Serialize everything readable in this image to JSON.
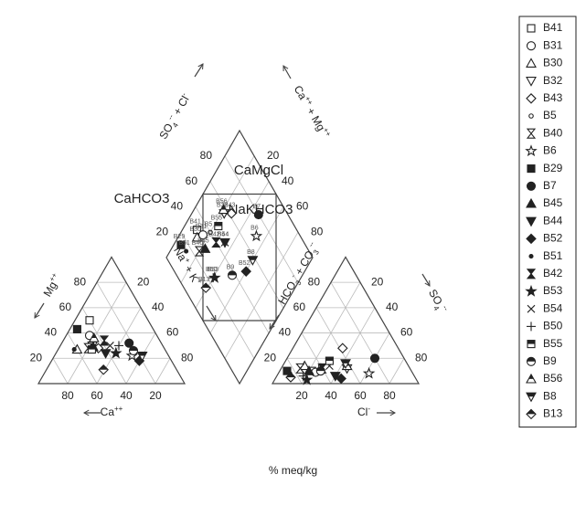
{
  "footer_label": "% meq/kg",
  "colors": {
    "symbol": "#222222",
    "grid": "#bbbbbb",
    "frame": "#444444"
  },
  "chart_data": {
    "type": "scatter",
    "subtype": "piper-trilinear-diagram",
    "unit_label": "% meq/kg",
    "grid_step": 20,
    "cation_triangle": {
      "tick_labels_bottom": [
        "80",
        "60",
        "40",
        "20"
      ],
      "tick_labels_left": [
        "20",
        "40",
        "60",
        "80"
      ],
      "tick_labels_right": [
        "20",
        "40",
        "60",
        "80"
      ],
      "axis_bottom": "Ca++",
      "axis_left": "Mg++",
      "axis_right": "Na+ + K+"
    },
    "anion_triangle": {
      "tick_labels_bottom": [
        "20",
        "40",
        "60",
        "80"
      ],
      "tick_labels_left": [
        "20",
        "40",
        "60",
        "80"
      ],
      "tick_labels_right": [
        "20",
        "40",
        "60",
        "80"
      ],
      "axis_bottom": "Cl-",
      "axis_left": "HCO3- + CO3--",
      "axis_right": "SO4--"
    },
    "diamond": {
      "tick_labels_upper_left": [
        "20",
        "40",
        "60",
        "80"
      ],
      "tick_labels_upper_right": [
        "20",
        "40",
        "60",
        "80"
      ],
      "axis_upper_left": "SO4-- + Cl-",
      "axis_upper_right": "Ca++ + Mg++",
      "water_types": [
        "CaHCO3",
        "CaMgCl",
        "NaKHCO3"
      ]
    },
    "legend": {
      "position": "right",
      "entries": [
        "B41",
        "B31",
        "B30",
        "B32",
        "B43",
        "B5",
        "B40",
        "B6",
        "B29",
        "B7",
        "B45",
        "B44",
        "B52",
        "B51",
        "B42",
        "B53",
        "B54",
        "B50",
        "B55",
        "B9",
        "B56",
        "B8",
        "B13"
      ]
    },
    "samples": [
      {
        "name": "B41",
        "symbol": "square-open",
        "ca": 40,
        "mg": 50,
        "cl": 22,
        "so4": 10
      },
      {
        "name": "B31",
        "symbol": "circle-open",
        "ca": 46,
        "mg": 38,
        "cl": 25,
        "so4": 9
      },
      {
        "name": "B30",
        "symbol": "triangle-up-open",
        "ca": 60,
        "mg": 27,
        "cl": 15,
        "so4": 14
      },
      {
        "name": "B32",
        "symbol": "triangle-down-open",
        "ca": 48,
        "mg": 30,
        "cl": 45,
        "so4": 12
      },
      {
        "name": "B43",
        "symbol": "diamond-open",
        "ca": 45,
        "mg": 28,
        "cl": 34,
        "so4": 28
      },
      {
        "name": "B5",
        "symbol": "circle-small-open",
        "ca": 50,
        "mg": 30,
        "cl": 26,
        "so4": 14
      },
      {
        "name": "B40",
        "symbol": "hourglass",
        "ca": 52,
        "mg": 28,
        "cl": 13,
        "so4": 12
      },
      {
        "name": "B6",
        "symbol": "star-open",
        "ca": 25,
        "mg": 22,
        "cl": 62,
        "so4": 8
      },
      {
        "name": "B29",
        "symbol": "square-filled",
        "ca": 52,
        "mg": 43,
        "cl": 5,
        "so4": 10
      },
      {
        "name": "B7",
        "symbol": "circle-filled",
        "ca": 22,
        "mg": 32,
        "cl": 60,
        "so4": 20
      },
      {
        "name": "B45",
        "symbol": "triangle-up-filled",
        "ca": 48,
        "mg": 29,
        "cl": 20,
        "so4": 10
      },
      {
        "name": "B44",
        "symbol": "triangle-down-filled",
        "ca": 42,
        "mg": 24,
        "cl": 40,
        "so4": 6
      },
      {
        "name": "B52",
        "symbol": "diamond-filled",
        "ca": 22,
        "mg": 18,
        "cl": 45,
        "so4": 4
      },
      {
        "name": "B51",
        "symbol": "dot-filled",
        "ca": 62,
        "mg": 27,
        "cl": 8,
        "so4": 8
      },
      {
        "name": "B42",
        "symbol": "hourglass-filled",
        "ca": 38,
        "mg": 34,
        "cl": 28,
        "so4": 12
      },
      {
        "name": "B53",
        "symbol": "star-filled",
        "ca": 35,
        "mg": 24,
        "cl": 22,
        "so4": 3
      },
      {
        "name": "B54",
        "symbol": "cross-x",
        "ca": 36,
        "mg": 30,
        "cl": 32,
        "so4": 14
      },
      {
        "name": "B50",
        "symbol": "plus",
        "ca": 30,
        "mg": 30,
        "cl": 18,
        "so4": 6
      },
      {
        "name": "B55",
        "symbol": "square-half",
        "ca": 50,
        "mg": 27,
        "cl": 30,
        "so4": 18
      },
      {
        "name": "B9",
        "symbol": "circle-half",
        "ca": 22,
        "mg": 26,
        "cl": 28,
        "so4": 10
      },
      {
        "name": "B56",
        "symbol": "triangle-half",
        "ca": 44,
        "mg": 36,
        "cl": 44,
        "so4": 14
      },
      {
        "name": "B8",
        "symbol": "triangle-down-half",
        "ca": 18,
        "mg": 22,
        "cl": 42,
        "so4": 16
      },
      {
        "name": "B13",
        "symbol": "diamond-half",
        "ca": 50,
        "mg": 11,
        "cl": 10,
        "so4": 5
      }
    ]
  }
}
